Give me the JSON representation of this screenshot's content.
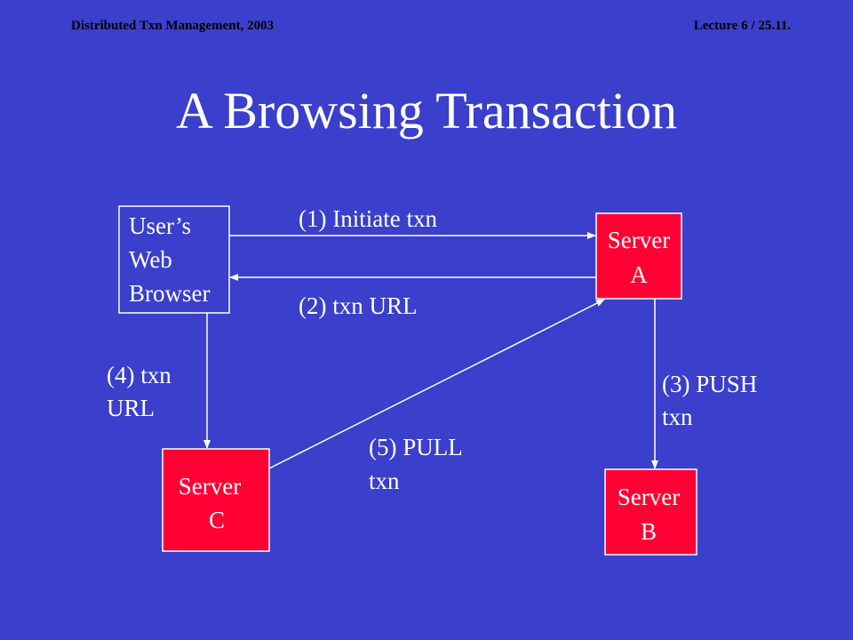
{
  "header": {
    "left": "Distributed Txn Management, 2003",
    "right": "Lecture 6 / 25.11."
  },
  "title": "A Browsing Transaction",
  "nodes": {
    "browser": {
      "lines": [
        "User’s",
        "Web",
        "Browser"
      ]
    },
    "server_a": {
      "lines": [
        "Server",
        "A"
      ]
    },
    "server_b": {
      "lines": [
        "Server",
        "B"
      ]
    },
    "server_c": {
      "lines": [
        "Server",
        "C"
      ]
    }
  },
  "edges": {
    "initiate": {
      "lines": [
        "(1) Initiate txn"
      ]
    },
    "txn_url_back": {
      "lines": [
        "(2) txn URL"
      ]
    },
    "push": {
      "lines": [
        "(3) PUSH",
        "txn"
      ]
    },
    "txn_url_fwd": {
      "lines": [
        "(4) txn",
        "URL"
      ]
    },
    "pull": {
      "lines": [
        "(5) PULL",
        "txn"
      ]
    }
  },
  "colors": {
    "background": "#3a3fcc",
    "server_fill": "#ff0033",
    "line": "#ffffff",
    "header_text": "#000000"
  }
}
